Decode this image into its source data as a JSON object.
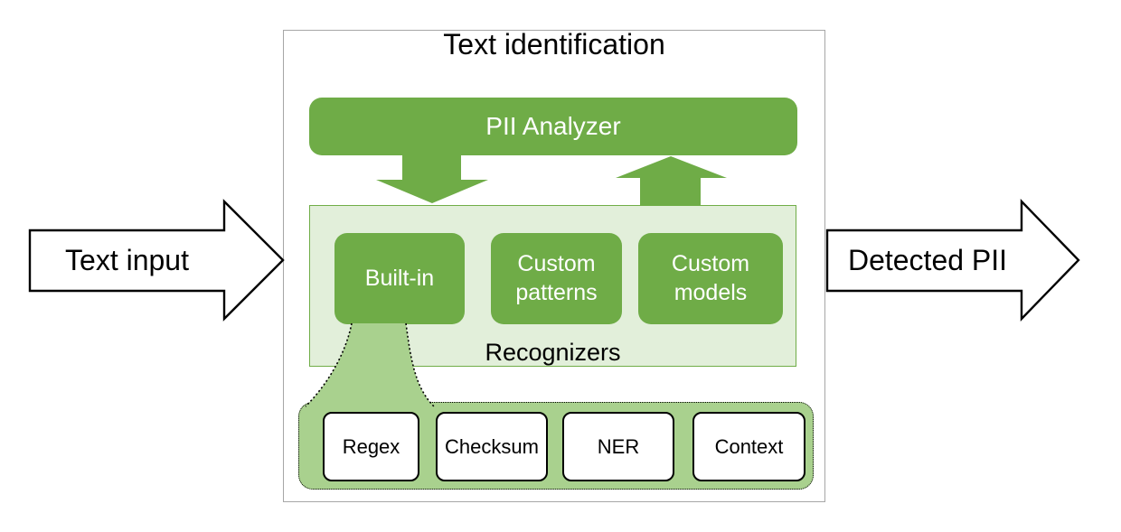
{
  "diagram": {
    "title": "Text identification",
    "analyzer": {
      "label": "PII Analyzer"
    },
    "recognizers": {
      "label": "Recognizers",
      "items": [
        {
          "label": "Built-in"
        },
        {
          "label": "Custom patterns"
        },
        {
          "label": "Custom models"
        }
      ]
    },
    "builtin_detail": {
      "items": [
        {
          "label": "Regex"
        },
        {
          "label": "Checksum"
        },
        {
          "label": "NER"
        },
        {
          "label": "Context"
        }
      ]
    },
    "input_arrow": {
      "label": "Text input"
    },
    "output_arrow": {
      "label": "Detected PII"
    }
  },
  "colors": {
    "green-main": "#6FAC47",
    "green-light": "#E2EFDA",
    "green-mid": "#A9D18E",
    "panel-border": "#70AD47",
    "outer-border": "#A6A6A6",
    "ink": "#000000",
    "box-text": "#FFFFFF"
  }
}
